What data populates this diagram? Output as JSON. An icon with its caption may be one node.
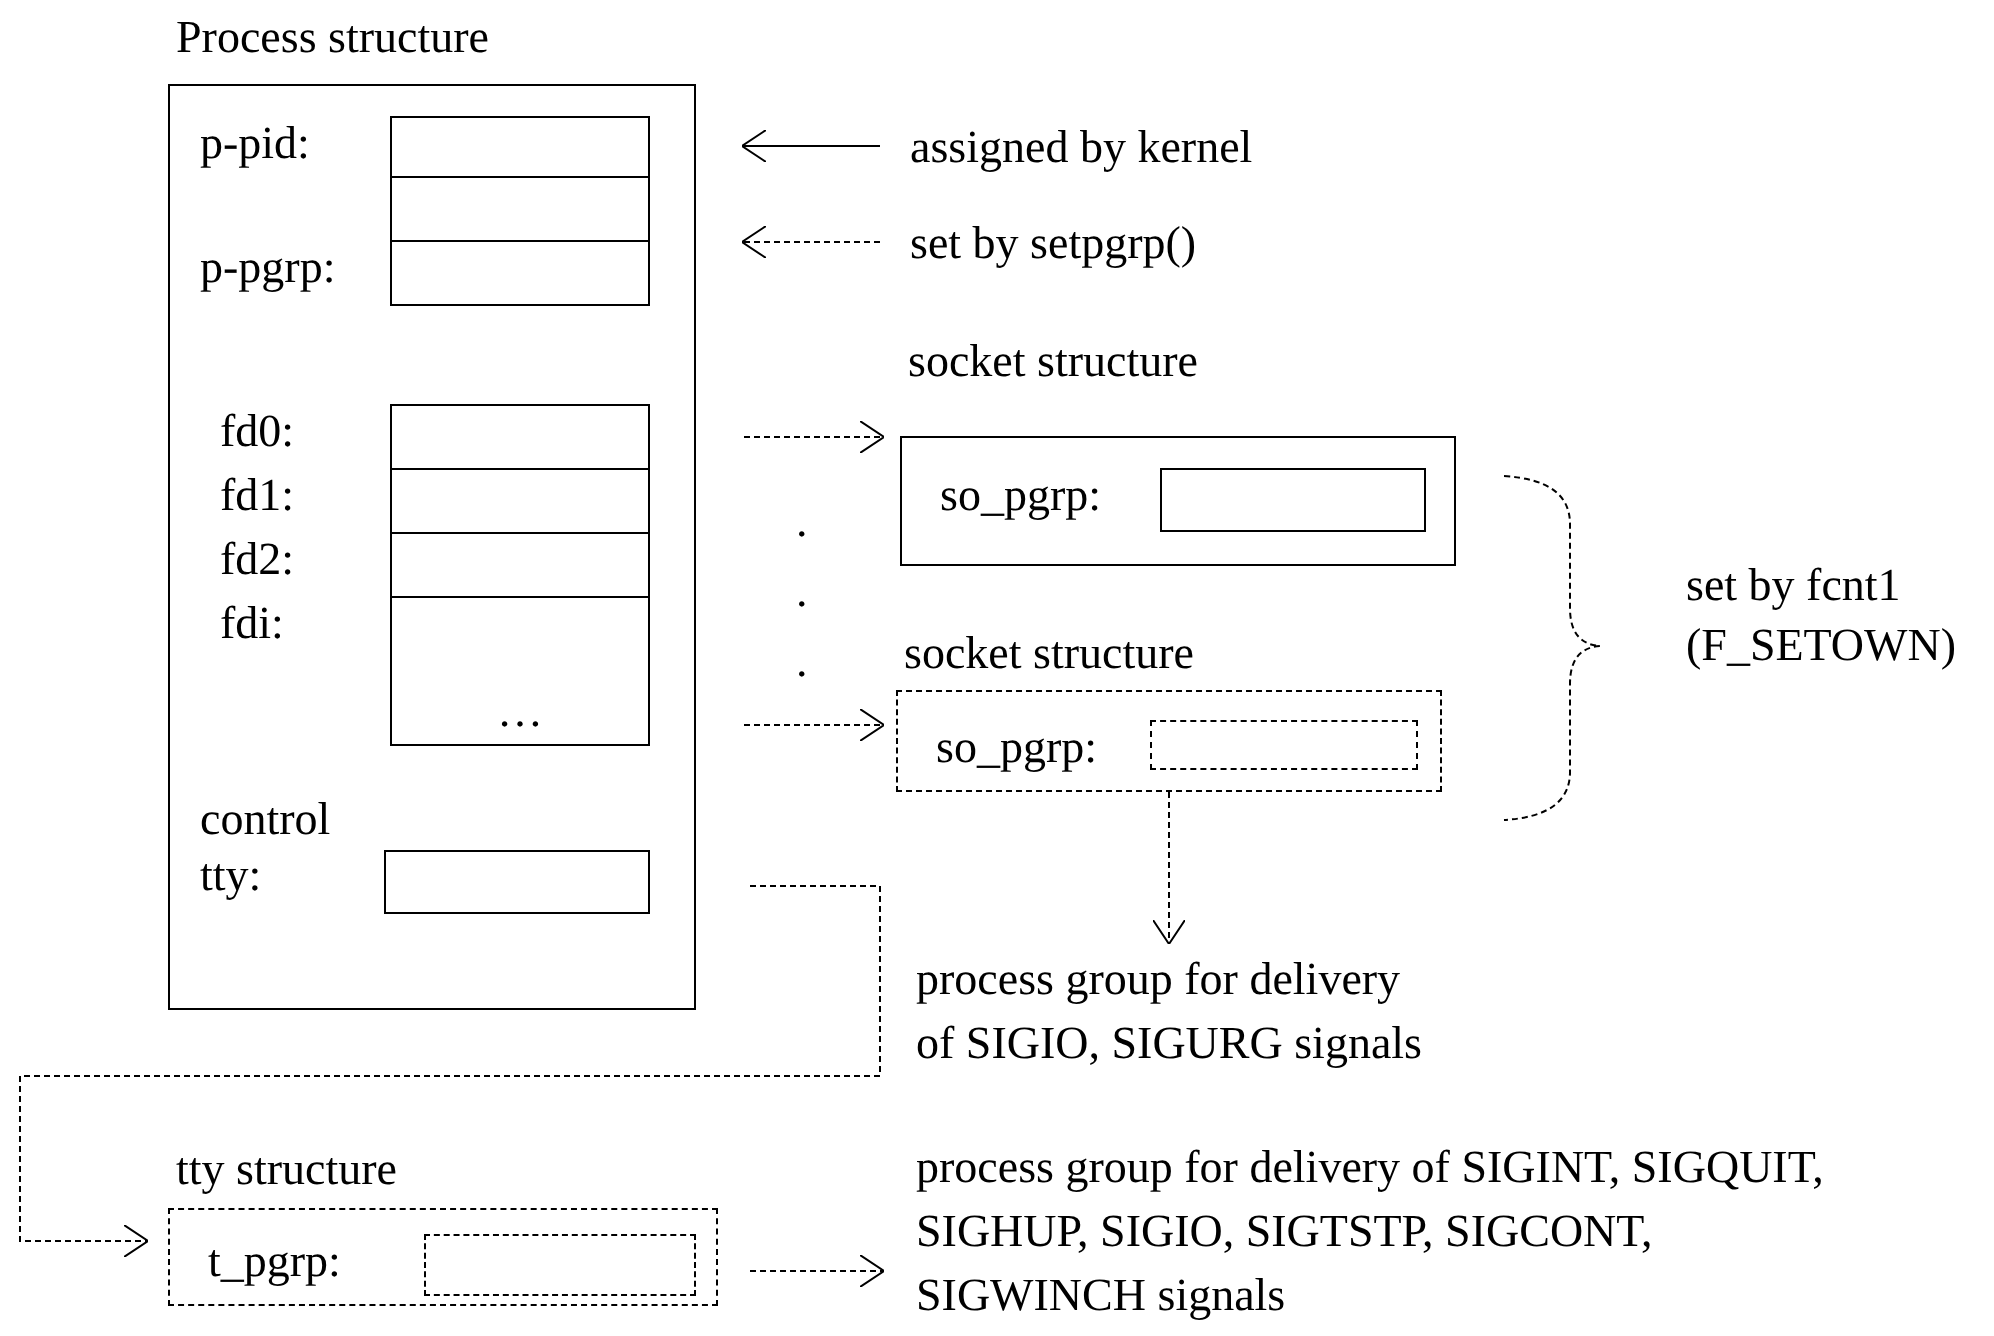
{
  "diagram": {
    "nodes": [
      {
        "text": [
          "Process structure"
        ]
      },
      {
        "text": [
          "p-pid:"
        ],
        "in": 0
      },
      {
        "text": [],
        "shape": "box",
        "in": 0
      },
      {
        "text": [
          "p-pgrp:"
        ],
        "in": 0
      },
      {
        "text": [
          "fd0:"
        ],
        "in": 0
      },
      {
        "text": [
          "fd1:"
        ],
        "in": 0
      },
      {
        "text": [
          "fd2:"
        ],
        "in": 0
      },
      {
        "text": [
          "fdi:",
          "…"
        ],
        "in": 0
      },
      {
        "text": [
          "control tty:"
        ],
        "in": 0
      },
      {
        "text": [
          "assigned by kernel"
        ]
      },
      {
        "text": [
          "set by setpgrp()"
        ]
      },
      {
        "text": [
          "socket structure"
        ]
      },
      {
        "text": [
          "so_pgrp:"
        ],
        "in": 11
      },
      {
        "text": [
          "socket structure"
        ]
      },
      {
        "text": [
          "so_pgrp:"
        ],
        "in": 13
      },
      {
        "text": [
          "process group for delivery of SIGIO, SIGURG signals"
        ]
      },
      {
        "text": [
          "tty structure"
        ]
      },
      {
        "text": [
          "t_pgrp:"
        ],
        "in": 16
      },
      {
        "text": [
          "process group for delivery of SIGINT, SIGQUIT, SIGHUP, SIGIO, SIGTSTP, SIGCONT, SIGWINCH signals"
        ]
      }
    ],
    "edges": [
      {
        "from": 9,
        "to": 1,
        "arrow": "to"
      },
      {
        "from": 10,
        "to": 3,
        "arrow": "to",
        "style": "dashed"
      },
      {
        "from": 4,
        "to": 11,
        "arrow": "to",
        "style": "dashed"
      },
      {
        "from": 7,
        "to": 13,
        "arrow": "to",
        "style": "dashed"
      },
      {
        "from": 13,
        "to": 15,
        "arrow": "to",
        "style": "dashed"
      },
      {
        "from": 8,
        "to": 16,
        "arrow": "to",
        "style": "dashed"
      },
      {
        "from": 17,
        "to": 18,
        "arrow": "to",
        "style": "dashed"
      }
    ],
    "labels": [
      ".",
      ".",
      ".",
      "set by fcnt1 (F_SETOWN)"
    ]
  }
}
